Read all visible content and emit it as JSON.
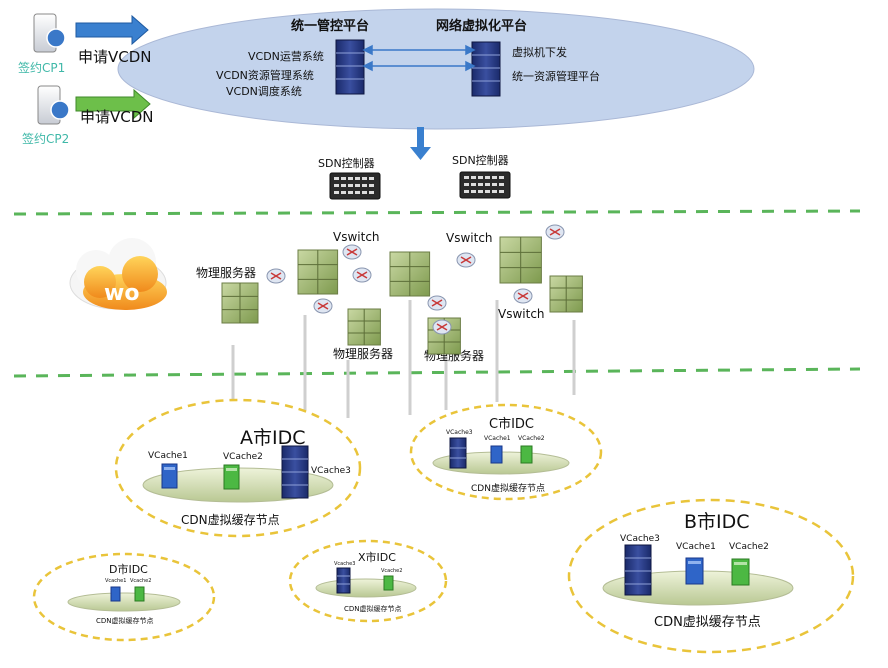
{
  "cps": [
    {
      "label": "签约CP1",
      "apply": "申请VCDN"
    },
    {
      "label": "签约CP2",
      "apply": "申请VCDN"
    }
  ],
  "platforms": {
    "unified": {
      "title": "统一管控平台",
      "lines": [
        "VCDN运营系统",
        "VCDN资源管理系统",
        "VCDN调度系统"
      ]
    },
    "virtualization": {
      "title": "网络虚拟化平台",
      "lines": [
        "虚拟机下发",
        "统一资源管理平台"
      ]
    }
  },
  "sdn": [
    "SDN控制器",
    "SDN控制器"
  ],
  "logo_text": "wo",
  "network": {
    "vswitch": [
      "Vswitch",
      "Vswitch",
      "Vswitch"
    ],
    "server_labels": [
      "物理服务器",
      "物理服务器",
      "物理服务器"
    ]
  },
  "idcs": [
    {
      "name": "A市IDC",
      "subtitle": "CDN虚拟缓存节点",
      "caches": [
        "VCache1",
        "VCache2",
        "VCache3"
      ]
    },
    {
      "name": "C市IDC",
      "subtitle": "CDN虚拟缓存节点",
      "caches": [
        "VCache3",
        "VCache1",
        "VCache2"
      ]
    },
    {
      "name": "B市IDC",
      "subtitle": "CDN虚拟缓存节点",
      "caches": [
        "VCache3",
        "VCache1",
        "VCache2"
      ]
    },
    {
      "name": "D市IDC",
      "subtitle": "CDN虚拟缓存节点",
      "caches": [
        "Vcache1",
        "Vcache2"
      ]
    },
    {
      "name": "X市IDC",
      "subtitle": "CDN虚拟缓存节点",
      "caches": [
        "Vcache3",
        "Vcache2"
      ]
    }
  ],
  "colors": {
    "ellipse_fill": "#c3d3ec",
    "dashed": "#5ab55a",
    "idc_border": "#e9c43a",
    "arrow_blue": "#3a80cf",
    "arrow_green": "#6dbf4a",
    "cp_text": "#3fb8a8"
  }
}
